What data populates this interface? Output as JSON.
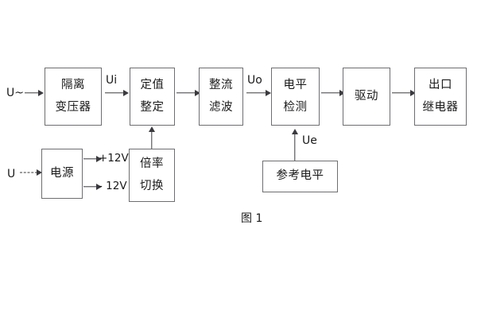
{
  "diagram": {
    "caption": "图 1",
    "blocks": [
      {
        "id": "isolation-transformer",
        "lines": [
          "隔离",
          "变压器"
        ]
      },
      {
        "id": "setting-value",
        "lines": [
          "定值",
          "整定"
        ]
      },
      {
        "id": "rectify-filter",
        "lines": [
          "整流",
          "滤波"
        ]
      },
      {
        "id": "level-detection",
        "lines": [
          "电平",
          "检测"
        ]
      },
      {
        "id": "drive",
        "lines": [
          "驱动"
        ]
      },
      {
        "id": "output-relay",
        "lines": [
          "出口",
          "继电器"
        ]
      },
      {
        "id": "power-supply",
        "lines": [
          "电源"
        ]
      },
      {
        "id": "multiplier-switch",
        "lines": [
          "倍率",
          "切换"
        ]
      },
      {
        "id": "reference-level",
        "lines": [
          "参考电平"
        ]
      }
    ],
    "signals": {
      "input_ac": "U~",
      "input_dc": "U",
      "ui": "Ui",
      "uo": "Uo",
      "ue": "Ue",
      "rail_pos": "+12V",
      "rail_neg": "- 12V"
    }
  }
}
